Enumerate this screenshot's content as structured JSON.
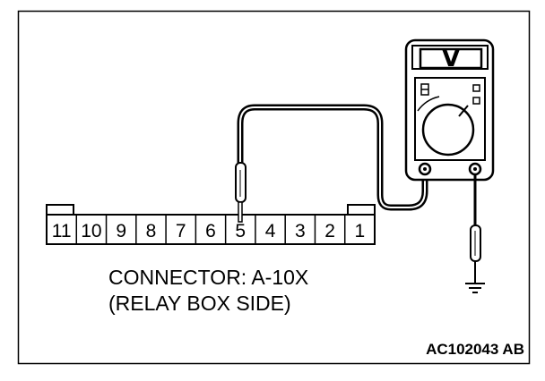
{
  "connector": {
    "pins": [
      "11",
      "10",
      "9",
      "8",
      "7",
      "6",
      "5",
      "4",
      "3",
      "2",
      "1"
    ],
    "probed_pin": "5",
    "label_line1": "CONNECTOR: A-10X",
    "label_line2": "(RELAY BOX SIDE)"
  },
  "meter": {
    "unit_symbol": "V"
  },
  "figure_code": "AC102043 AB"
}
